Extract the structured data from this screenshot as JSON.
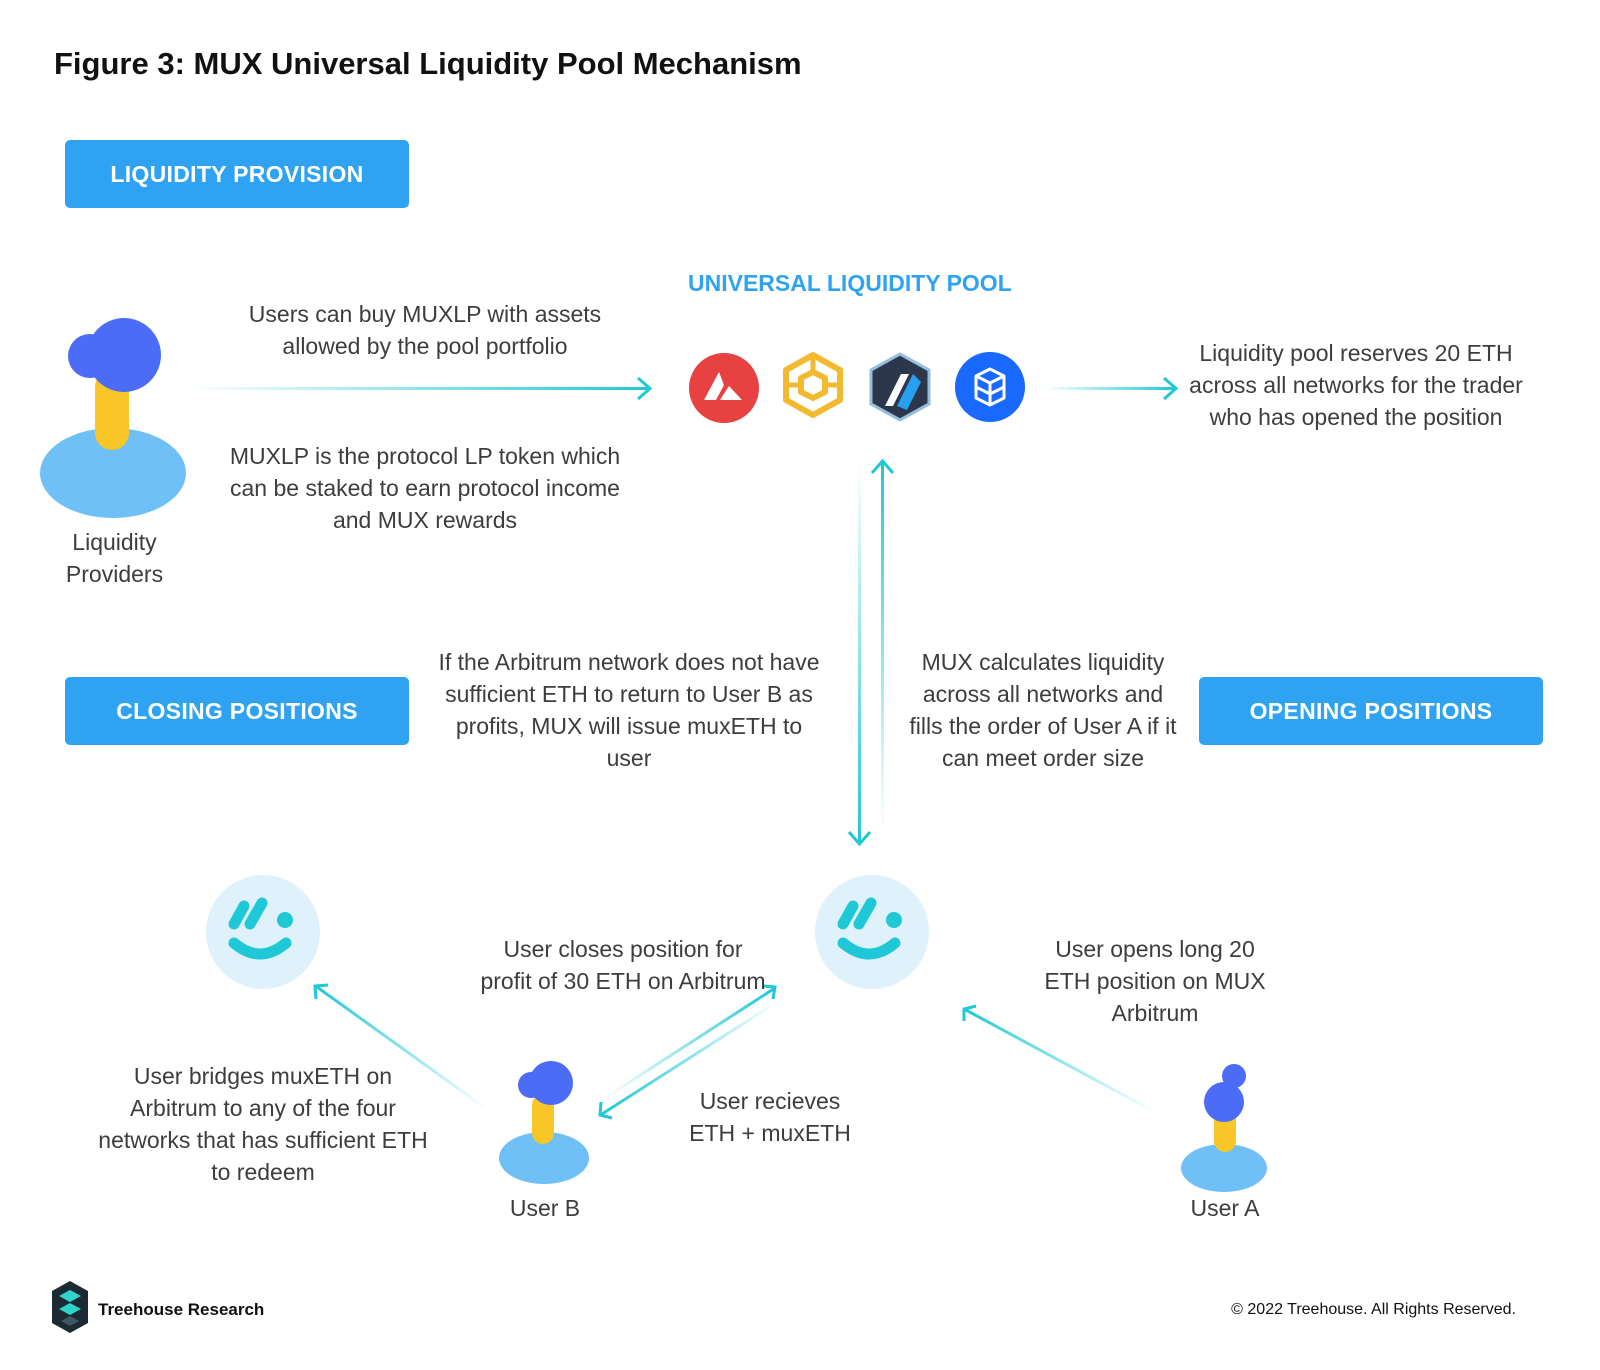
{
  "title": "Figure 3: MUX Universal Liquidity Pool Mechanism",
  "sections": {
    "liquidity_provision": "LIQUIDITY PROVISION",
    "closing_positions": "CLOSING POSITIONS",
    "opening_positions": "OPENING POSITIONS"
  },
  "pool": {
    "title": "UNIVERSAL LIQUIDITY POOL",
    "tokens": [
      "avalanche-icon",
      "bnb-icon",
      "arbitrum-icon",
      "fantom-icon"
    ]
  },
  "texts": {
    "buy_muxlp": "Users can buy MUXLP with assets allowed by the pool portfolio",
    "muxlp_desc": "MUXLP is the protocol LP token which can be staked to earn protocol income and MUX rewards",
    "pool_reserves": "Liquidity pool reserves 20 ETH across all networks for the trader who has opened the position",
    "insufficient_eth": "If the Arbitrum network does not have sufficient ETH to return to User B as profits, MUX will issue muxETH to user",
    "mux_calculates": "MUX calculates liquidity across all networks and fills the order of User A if it can meet order size",
    "user_closes": "User closes position for profit of 30 ETH on Arbitrum",
    "user_opens": "User opens long 20 ETH position on MUX Arbitrum",
    "user_bridges": "User bridges muxETH on Arbitrum to any of the four networks that has sufficient ETH to redeem",
    "user_receives": "User recieves ETH + muxETH"
  },
  "actors": {
    "liquidity_providers": "Liquidity Providers",
    "user_b": "User B",
    "user_a": "User A"
  },
  "footer": {
    "brand": "Treehouse Research",
    "copyright": "© 2022 Treehouse. All Rights Reserved."
  },
  "colors": {
    "accent_blue": "#2fa3f2",
    "arrow_teal": "#1ec8d6",
    "person_body": "#6fc0f7",
    "person_hair": "#4b6cf6",
    "person_face": "#f9c627"
  }
}
